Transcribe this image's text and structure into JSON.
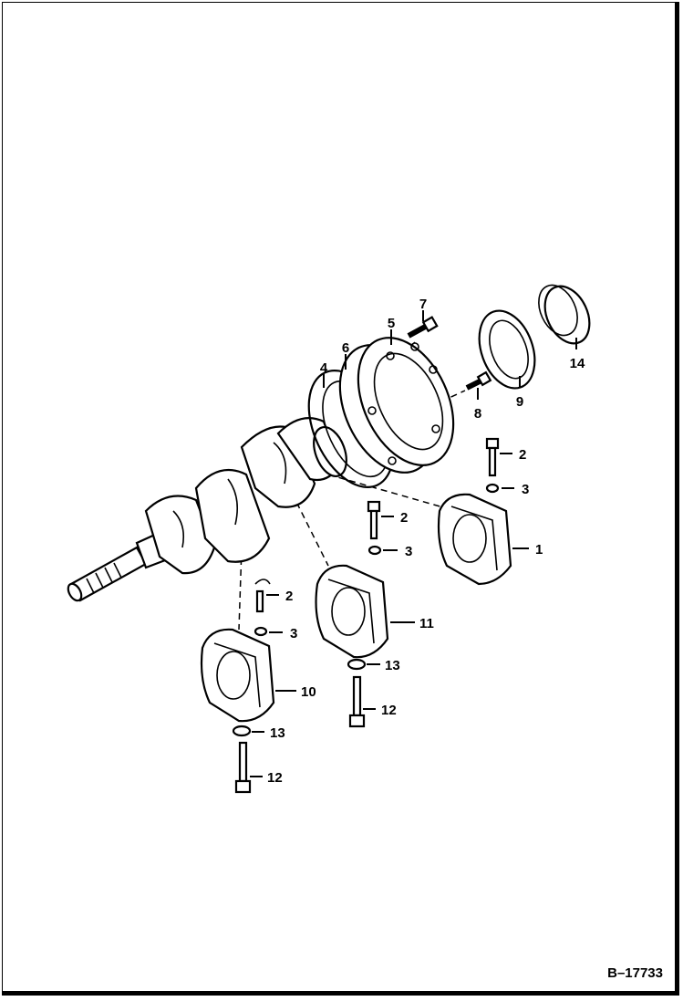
{
  "drawing_ref": "B–17733",
  "callouts": {
    "c1": "1",
    "c2a": "2",
    "c2b": "2",
    "c2c": "2",
    "c3a": "3",
    "c3b": "3",
    "c3c": "3",
    "c4": "4",
    "c5": "5",
    "c6": "6",
    "c7": "7",
    "c8": "8",
    "c9": "9",
    "c10": "10",
    "c11": "11",
    "c12a": "12",
    "c12b": "12",
    "c13a": "13",
    "c13b": "13",
    "c14": "14"
  }
}
